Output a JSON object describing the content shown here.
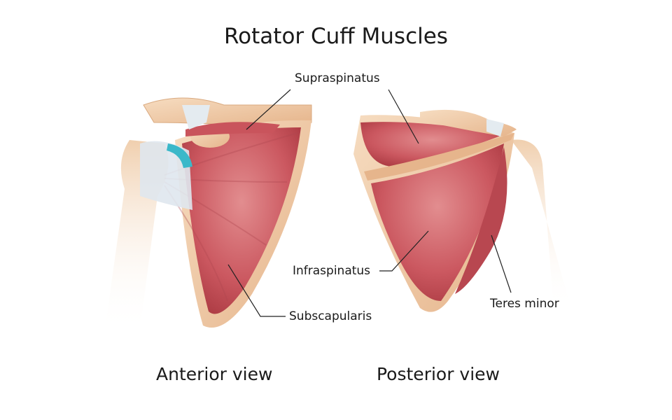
{
  "title": "Rotator Cuff Muscles",
  "labels": {
    "supraspinatus": "Supraspinatus",
    "infraspinatus": "Infraspinatus",
    "subscapularis": "Subscapularis",
    "teres_minor": "Teres minor"
  },
  "views": {
    "anterior": "Anterior view",
    "posterior": "Posterior view"
  },
  "colors": {
    "bone": "#efc9a4",
    "muscle": "#c9545c",
    "muscle_light": "#e08a8c",
    "tendon": "#d8e2ea",
    "cartilage": "#3bb8c9"
  }
}
